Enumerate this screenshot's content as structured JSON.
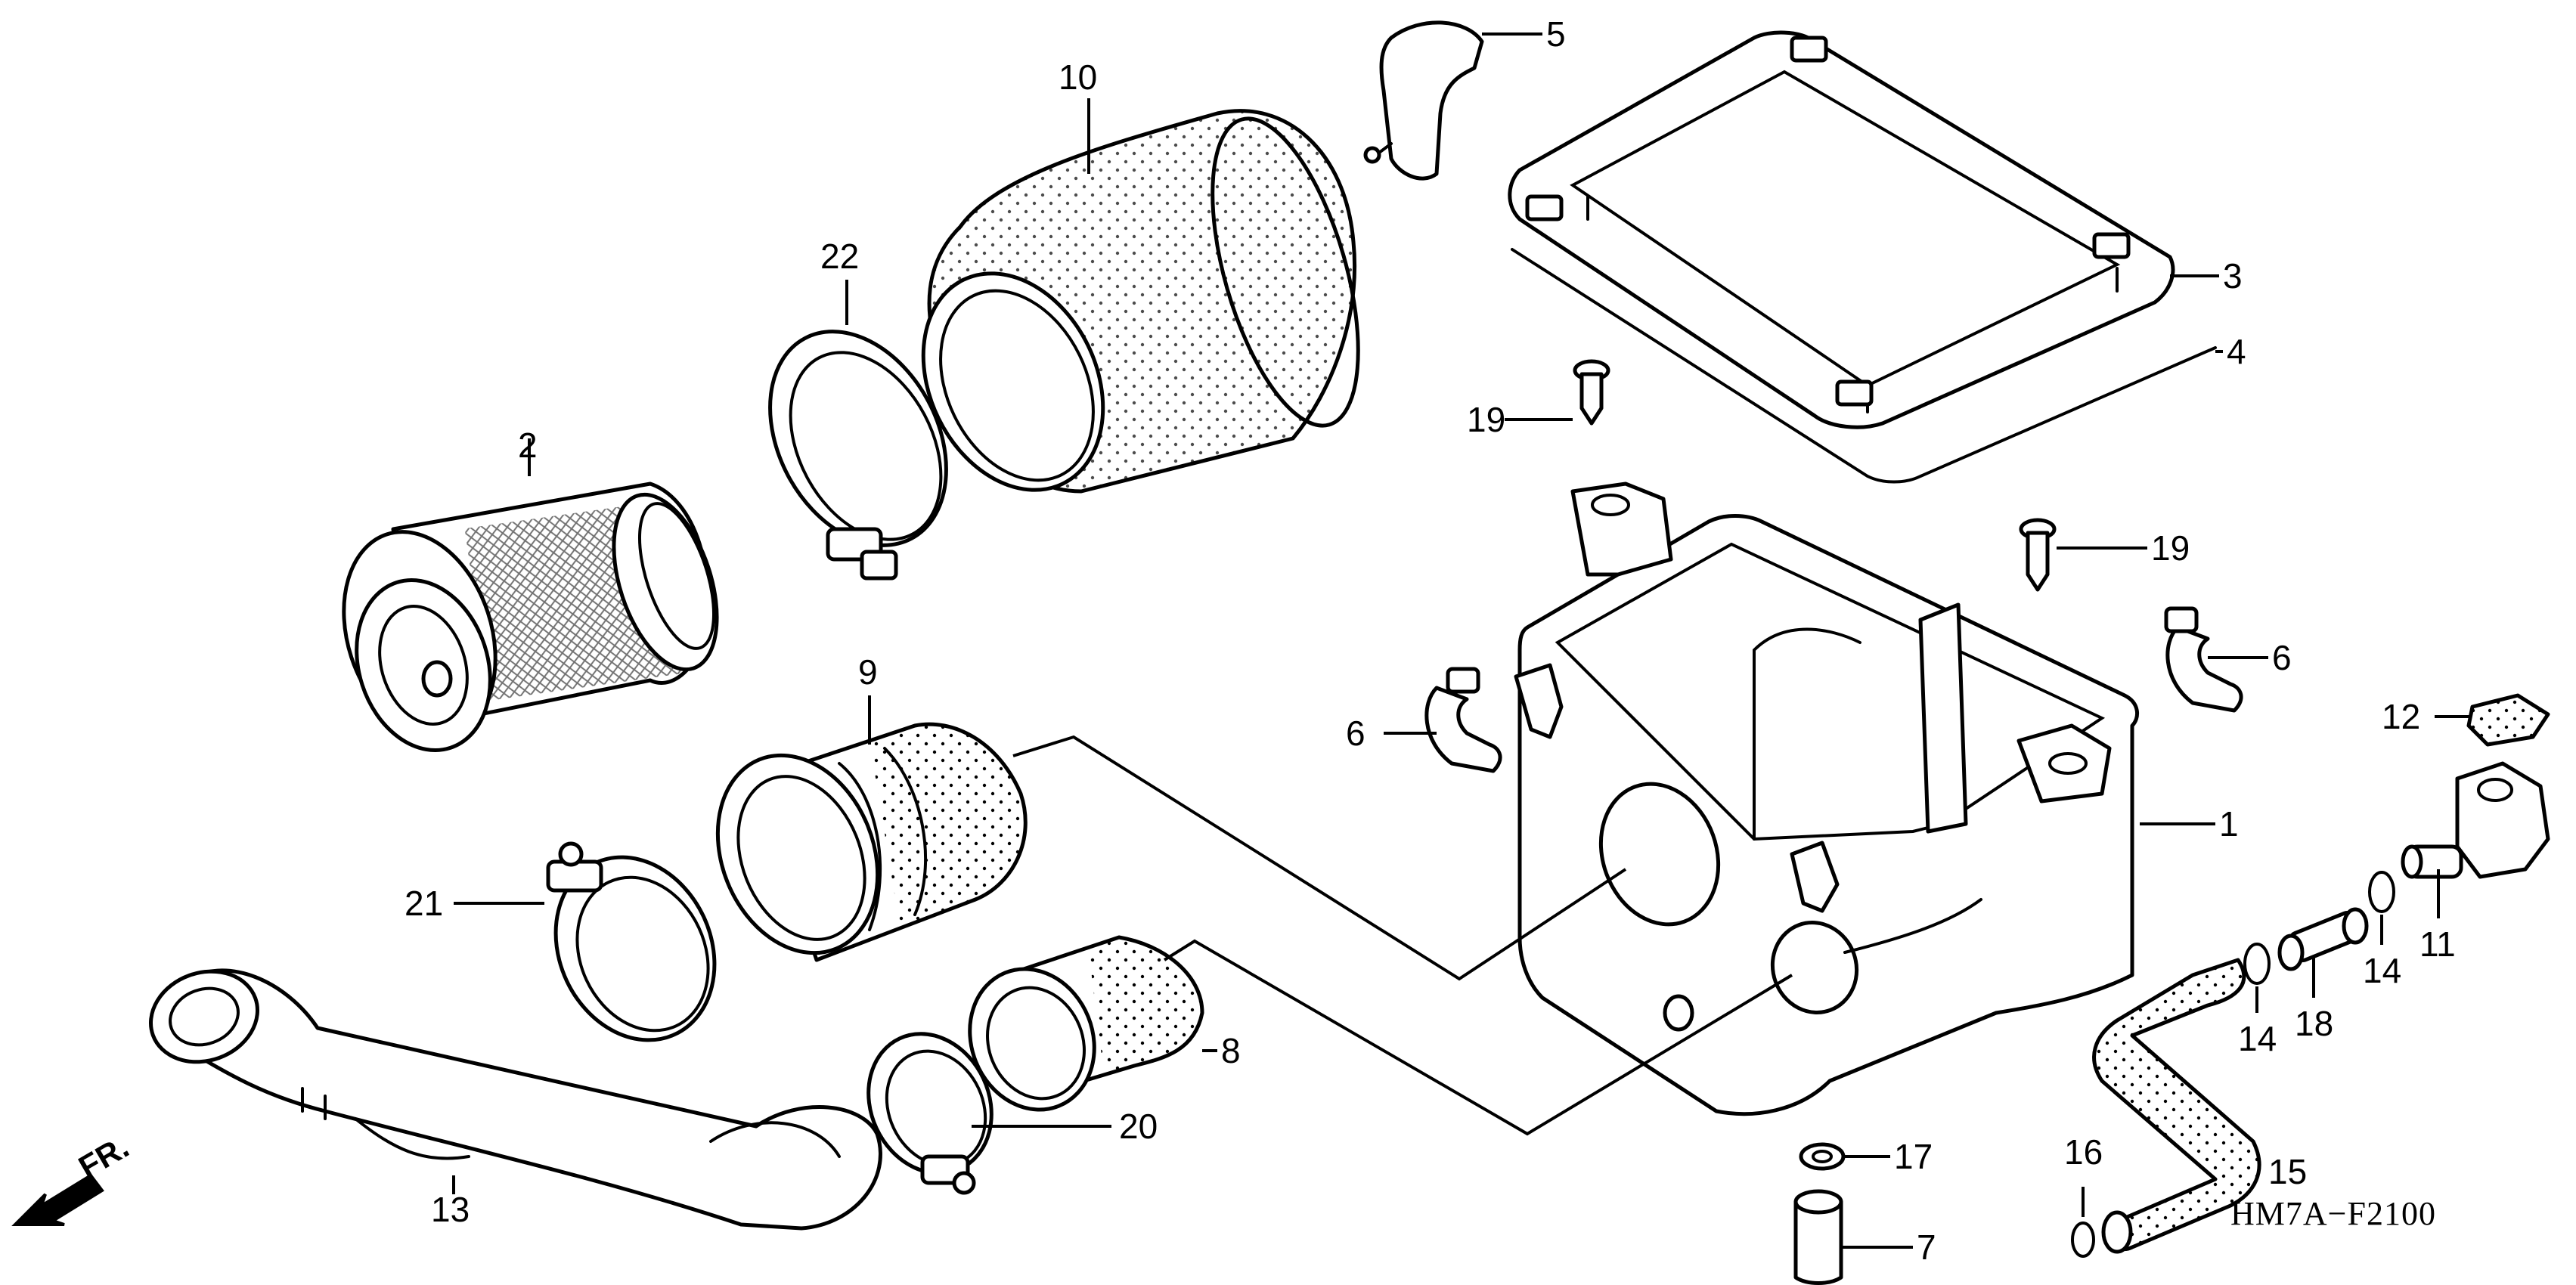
{
  "diagram": {
    "drawing_code": "HM7A−F2100",
    "direction_label": "FR.",
    "callouts": [
      {
        "id": "c1",
        "label": "1"
      },
      {
        "id": "c2",
        "label": "2"
      },
      {
        "id": "c3",
        "label": "3"
      },
      {
        "id": "c4",
        "label": "4"
      },
      {
        "id": "c5",
        "label": "5"
      },
      {
        "id": "c6a",
        "label": "6"
      },
      {
        "id": "c6b",
        "label": "6"
      },
      {
        "id": "c7",
        "label": "7"
      },
      {
        "id": "c8",
        "label": "8"
      },
      {
        "id": "c9",
        "label": "9"
      },
      {
        "id": "c10",
        "label": "10"
      },
      {
        "id": "c11",
        "label": "11"
      },
      {
        "id": "c12",
        "label": "12"
      },
      {
        "id": "c13",
        "label": "13"
      },
      {
        "id": "c14a",
        "label": "14"
      },
      {
        "id": "c14b",
        "label": "14"
      },
      {
        "id": "c15",
        "label": "15"
      },
      {
        "id": "c16",
        "label": "16"
      },
      {
        "id": "c17",
        "label": "17"
      },
      {
        "id": "c18",
        "label": "18"
      },
      {
        "id": "c19a",
        "label": "19"
      },
      {
        "id": "c19b",
        "label": "19"
      },
      {
        "id": "c20",
        "label": "20"
      },
      {
        "id": "c21",
        "label": "21"
      },
      {
        "id": "c22",
        "label": "22"
      }
    ]
  }
}
